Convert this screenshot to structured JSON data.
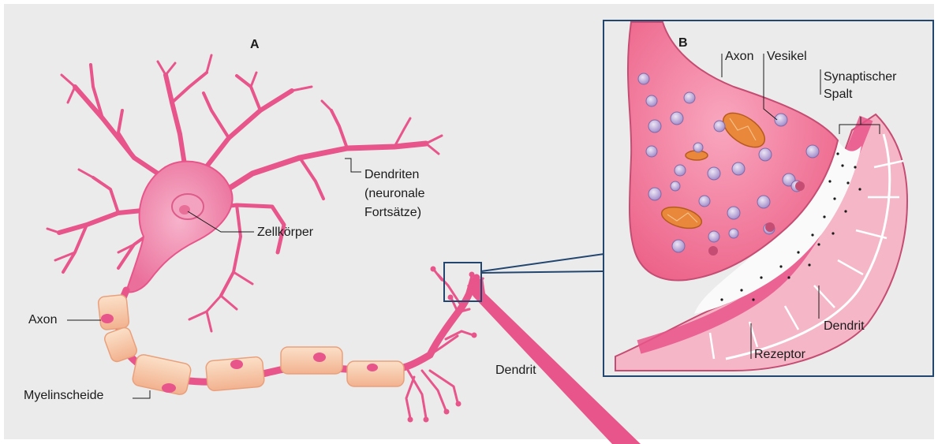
{
  "panel_a": {
    "title": "A",
    "labels": {
      "dendrites_line1": "Dendriten",
      "dendrites_line2": "(neuronale",
      "dendrites_line3": "Fortsätze)",
      "cell_body": "Zellkörper",
      "axon": "Axon",
      "myelin_sheath": "Myelinscheide",
      "dendrite": "Dendrit"
    }
  },
  "panel_b": {
    "title": "B",
    "labels": {
      "axon": "Axon",
      "vesicle": "Vesikel",
      "synaptic_cleft_line1": "Synaptischer",
      "synaptic_cleft_line2": "Spalt",
      "dendrite": "Dendrit",
      "receptor": "Rezeptor"
    }
  },
  "colors": {
    "background": "#ebebeb",
    "neuron": "#e8558a",
    "soma": "#f08db0",
    "myelin": "#f7c9a8",
    "frame": "#23466e",
    "terminal": "#f07a9a",
    "vesicle": "#b9a4d6",
    "mitochondrion": "#e9873a",
    "cleft": "#fafafa"
  }
}
